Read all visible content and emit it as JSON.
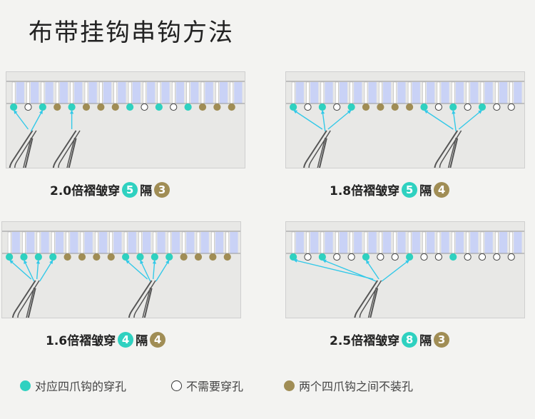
{
  "title": "布带挂钩串钩方法",
  "colors": {
    "teal": "#2fd1c0",
    "open": "#ffffff",
    "skip": "#a08d55",
    "pleat": "#c9d2f6",
    "arrow": "#33c9e8",
    "hook": "#555555"
  },
  "panels": [
    {
      "caption_prefix": "2.0倍褶皱穿",
      "pass_count": "5",
      "gap_word": "隔",
      "skip_count": "3",
      "holes": [
        "teal",
        "open",
        "teal",
        "skip",
        "teal",
        "skip",
        "skip",
        "skip",
        "teal",
        "open",
        "teal",
        "open",
        "teal",
        "skip",
        "skip",
        "skip"
      ]
    },
    {
      "caption_prefix": "1.8倍褶皱穿",
      "pass_count": "5",
      "gap_word": "隔",
      "skip_count": "4",
      "holes": [
        "teal",
        "open",
        "teal",
        "open",
        "teal",
        "skip",
        "skip",
        "skip",
        "skip",
        "teal",
        "open",
        "teal",
        "open",
        "teal",
        "open",
        "open"
      ]
    },
    {
      "caption_prefix": "1.6倍褶皱穿",
      "pass_count": "4",
      "gap_word": "隔",
      "skip_count": "4",
      "holes": [
        "teal",
        "teal",
        "teal",
        "teal",
        "skip",
        "skip",
        "skip",
        "skip",
        "teal",
        "teal",
        "teal",
        "teal",
        "skip",
        "skip",
        "skip",
        "skip"
      ]
    },
    {
      "caption_prefix": "2.5倍褶皱穿",
      "pass_count": "8",
      "gap_word": "隔",
      "skip_count": "3",
      "holes": [
        "teal",
        "open",
        "teal",
        "open",
        "open",
        "teal",
        "open",
        "open",
        "teal",
        "open",
        "open",
        "teal",
        "open",
        "open",
        "open",
        "open"
      ]
    }
  ],
  "legend": [
    {
      "label": "对应四爪钩的穿孔",
      "kind": "teal"
    },
    {
      "label": "不需要穿孔",
      "kind": "open"
    },
    {
      "label": "两个四爪钩之间不装孔",
      "kind": "skip"
    }
  ]
}
